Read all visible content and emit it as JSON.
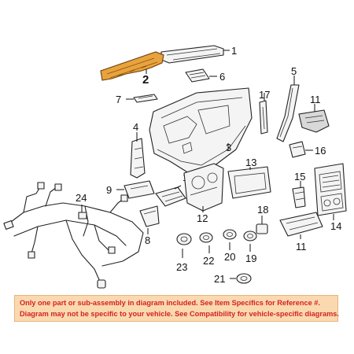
{
  "diagram": {
    "callouts": {
      "c1": "1",
      "c2": "2",
      "c3": "3",
      "c4": "4",
      "c5": "5",
      "c6": "6",
      "c7": "7",
      "c8": "8",
      "c9": "9",
      "c10": "10",
      "c11a": "11",
      "c11b": "11",
      "c12": "12",
      "c13": "13",
      "c14": "14",
      "c15": "15",
      "c16": "16",
      "c17": "17",
      "c18": "18",
      "c19": "19",
      "c20": "20",
      "c21": "21",
      "c22": "22",
      "c23": "23",
      "c24": "24"
    },
    "highlight_color": "#e8a33d"
  },
  "notice": {
    "line1": "Only one part or sub-assembly in diagram included. See Item Specifics for Reference #.",
    "line2": "Diagram may not be specific to your vehicle. See Compatibility for vehicle-specific diagrams.",
    "background": "#fbd9b0",
    "text_color": "#d32222"
  }
}
